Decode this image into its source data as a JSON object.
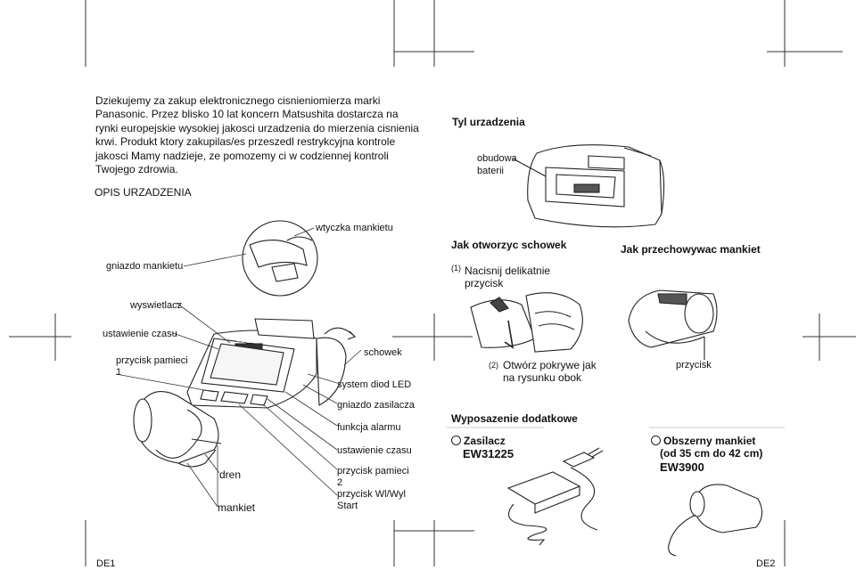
{
  "intro": {
    "lines": [
      "Dziekujemy za zakup elektronicznego cisnieniomierza marki",
      "Panasonic. Przez blisko 10 lat koncern Matsushita dostarcza na",
      "rynki europejskie wysokiej jakosci urzadzenia do mierzenia cisnienia",
      "krwi. Produkt ktory zakupilas/es przeszedl restrykcyjna kontrole",
      "jakosci Mamy nadzieje, ze pomozemy ci w codziennej kontroli",
      "Twojego zdrowia."
    ]
  },
  "section_title": "OPIS URZADZENIA",
  "back": {
    "title": "Tyl urzadzenia",
    "label_line1": "obudowa",
    "label_line2": "baterii"
  },
  "device_labels": {
    "plug": "wtyczka mankietu",
    "socket": "gniazdo mankietu",
    "display": "wyswietlacz",
    "time_set": "ustawienie czasu",
    "mem1_line1": "przycisk pamieci",
    "mem1_line2": "1",
    "cuff_slot": "schowek",
    "led": "system diod LED",
    "power_socket": "gniazdo zasilacza",
    "alarm": "funkcja alarmu",
    "time_set2": "ustawienie czasu",
    "mem2_line1": "przycisk pamieci",
    "mem2_line2": "2",
    "onoff_line1": "przycisk Wl/Wyl",
    "onoff_line2": "Start",
    "tube": "dren",
    "cuff": "mankiet",
    "brand_on_device": "Panasonic"
  },
  "open_slot": {
    "title": "Jak otworzyc schowek",
    "step1_num": "(1)",
    "step1_line1": "Nacisnij delikatnie",
    "step1_line2": "przycisk",
    "step2_num": "(2)",
    "step2_line1": "Otwórz pokrywe jak",
    "step2_line2": "na rysunku obok"
  },
  "store_cuff": {
    "title": "Jak przechowywac mankiet",
    "button_label": "przycisk"
  },
  "accessories": {
    "title": "Wyposazenie dodatkowe",
    "adapter_name": "Zasilacz",
    "adapter_code": "EW31225",
    "cuff_name": "Obszerny mankiet",
    "cuff_size": "(od 35 cm do 42 cm)",
    "cuff_code": "EW3900"
  },
  "footer": {
    "left_page": "DE1",
    "right_page": "DE2"
  }
}
